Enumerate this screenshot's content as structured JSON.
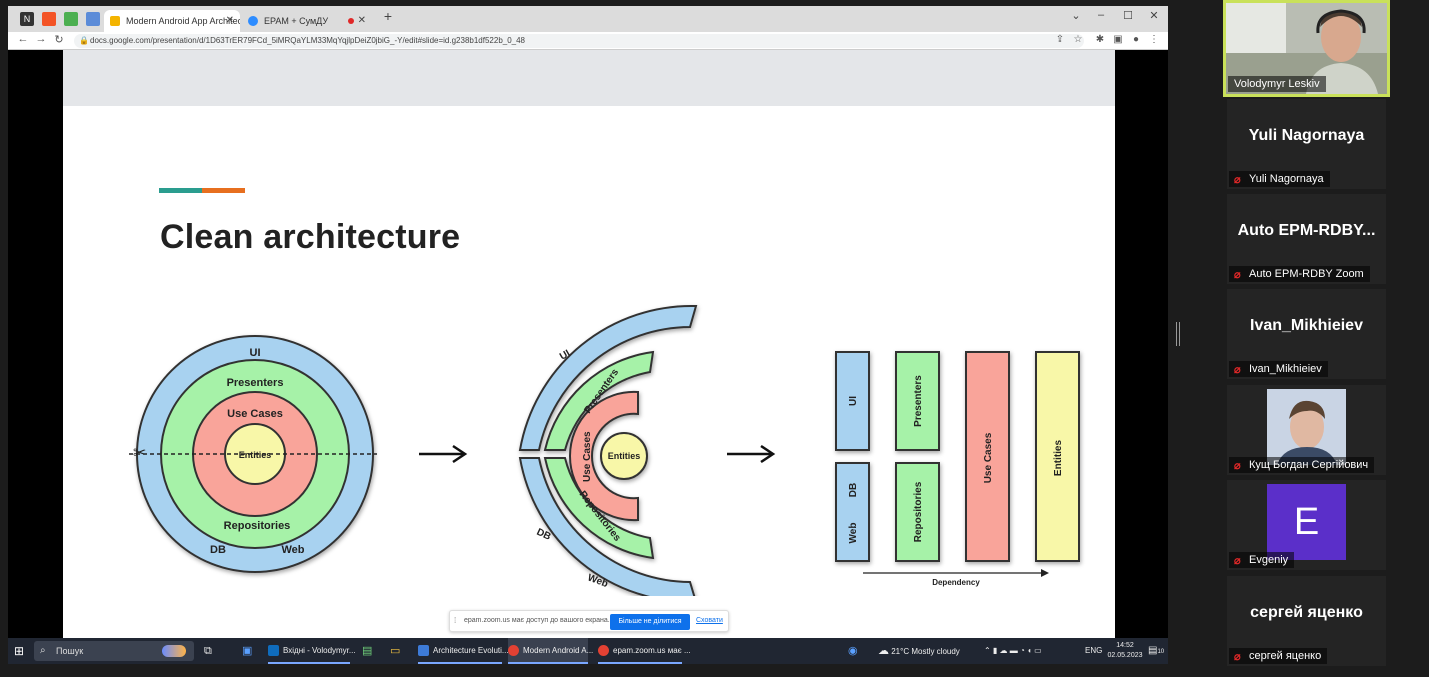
{
  "browser": {
    "tabs": [
      {
        "label": "Modern Android App Architectu",
        "active": true,
        "favicon_color": "#f4b400"
      },
      {
        "label": "EPAM + СумДУ",
        "active": false,
        "favicon_color": "#2d8cff"
      }
    ],
    "new_tab_icon": "+",
    "url": "docs.google.com/presentation/d/1D63TrER79FCd_5iMRQaYLM33MqYqjlpDeiZ0jbiG_-Y/edit#slide=id.g238b1df522b_0_48"
  },
  "slide": {
    "title": "Clean architecture",
    "accent_colors": [
      "#2a9d8f",
      "#e76f1f"
    ],
    "diagram": {
      "rings": [
        "UI",
        "Presenters",
        "Use Cases",
        "Entities"
      ],
      "outer_labels": [
        "Repositories",
        "DB",
        "Web"
      ],
      "column_labels": {
        "ui": "UI",
        "presenters": "Presenters",
        "use_cases": "Use Cases",
        "entities": "Entities",
        "db": "DB",
        "web": "Web",
        "repositories": "Repositories"
      },
      "dependency_label": "Dependency",
      "colors": {
        "blue": "#a8d2f0",
        "green": "#a6f2a8",
        "red": "#f9a49a",
        "yellow": "#f8f7a8"
      }
    }
  },
  "share_bar": {
    "text": "epam.zoom.us має доступ до вашого екрана.",
    "stop_label": "Більше не ділитися",
    "hide_label": "Сховати"
  },
  "taskbar": {
    "search_placeholder": "Пошук",
    "apps": [
      {
        "label": "Вхідні - Volodymyr...",
        "color": "#0f6cbd"
      },
      {
        "label": "Architecture Evoluti...",
        "color": "#3d7bd8"
      },
      {
        "label": "Modern Android A...",
        "color": "#e34133"
      },
      {
        "label": "epam.zoom.us має ...",
        "color": "#e34133"
      }
    ],
    "weather": "21°C  Mostly cloudy",
    "language": "ENG",
    "time": "14:52",
    "date": "02.05.2023",
    "notifications": "10"
  },
  "participants": [
    {
      "name": "Volodymyr Leskiv",
      "type": "video",
      "active": true
    },
    {
      "name": "Yuli Nagornaya",
      "big_name": "Yuli Nagornaya",
      "muted": true
    },
    {
      "name": "Auto EPM-RDBY Zoom",
      "big_name": "Auto  EPM-RDBY...",
      "muted": true
    },
    {
      "name": "Ivan_Mikhieiev",
      "big_name": "Ivan_Mikhieiev",
      "muted": true
    },
    {
      "name": "Кущ Богдан Сергійович",
      "type": "video",
      "muted": true
    },
    {
      "name": "Evgeniy",
      "avatar_letter": "E",
      "avatar_color": "#5b2fc9",
      "muted": true
    },
    {
      "name": "сергей яценко",
      "big_name": "сергей яценко",
      "muted": true
    }
  ]
}
